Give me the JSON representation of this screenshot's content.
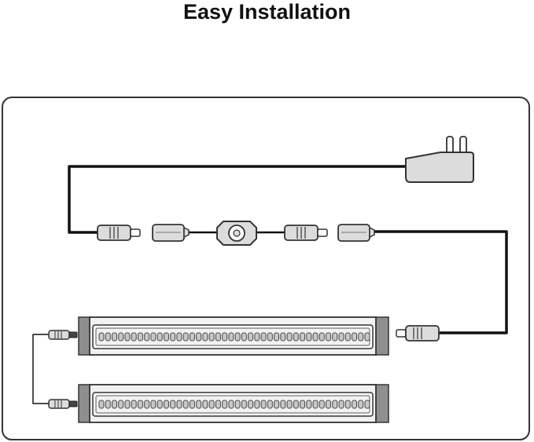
{
  "title": "Easy Installation",
  "colors": {
    "wire": "#111111",
    "outline": "#333333",
    "body_fill": "#dcdcdc",
    "light_fill": "#f2f2f2",
    "bar_end_cap": "#8f8f8f",
    "led_fill": "#c8c8c8"
  },
  "components": [
    {
      "name": "power-adapter",
      "kind": "wall plug adapter"
    },
    {
      "name": "dc-male-plug",
      "kind": "male connector"
    },
    {
      "name": "dc-female-socket",
      "kind": "female connector"
    },
    {
      "name": "inline-dimmer",
      "kind": "rotary switch"
    },
    {
      "name": "led-bar",
      "kind": "LED light bar",
      "count": 2
    }
  ]
}
